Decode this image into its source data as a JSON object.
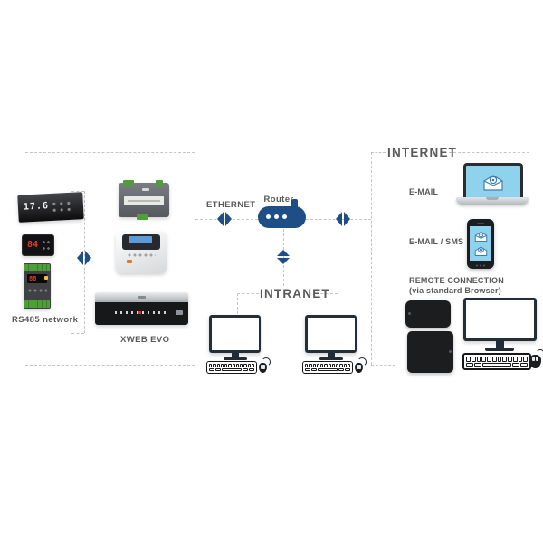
{
  "labels": {
    "internet": "INTERNET",
    "intranet": "INTRANET",
    "ethernet": "ETHERNET",
    "router": "Router",
    "email": "E-MAIL",
    "email_sms": "E-MAIL / SMS",
    "remote_connection": "REMOTE CONNECTION",
    "remote_connection_sub": "(via standard Browser)",
    "rs485_network": "RS485 network",
    "xweb_evo": "XWEB EVO"
  },
  "devices": {
    "shelf_display_value": "17.6",
    "panel_controller_value": "84",
    "din_module_value": "88"
  },
  "colors": {
    "accent_navy": "#1d4e86",
    "screen_blue": "#8fd2ee",
    "label_gray": "#58595b",
    "dash_gray": "#c4c4c4",
    "dashboard_header_blue": "#2e5c9c",
    "dashboard_sidebar_blue": "#264a7f",
    "alert_orange": "#e87722"
  }
}
